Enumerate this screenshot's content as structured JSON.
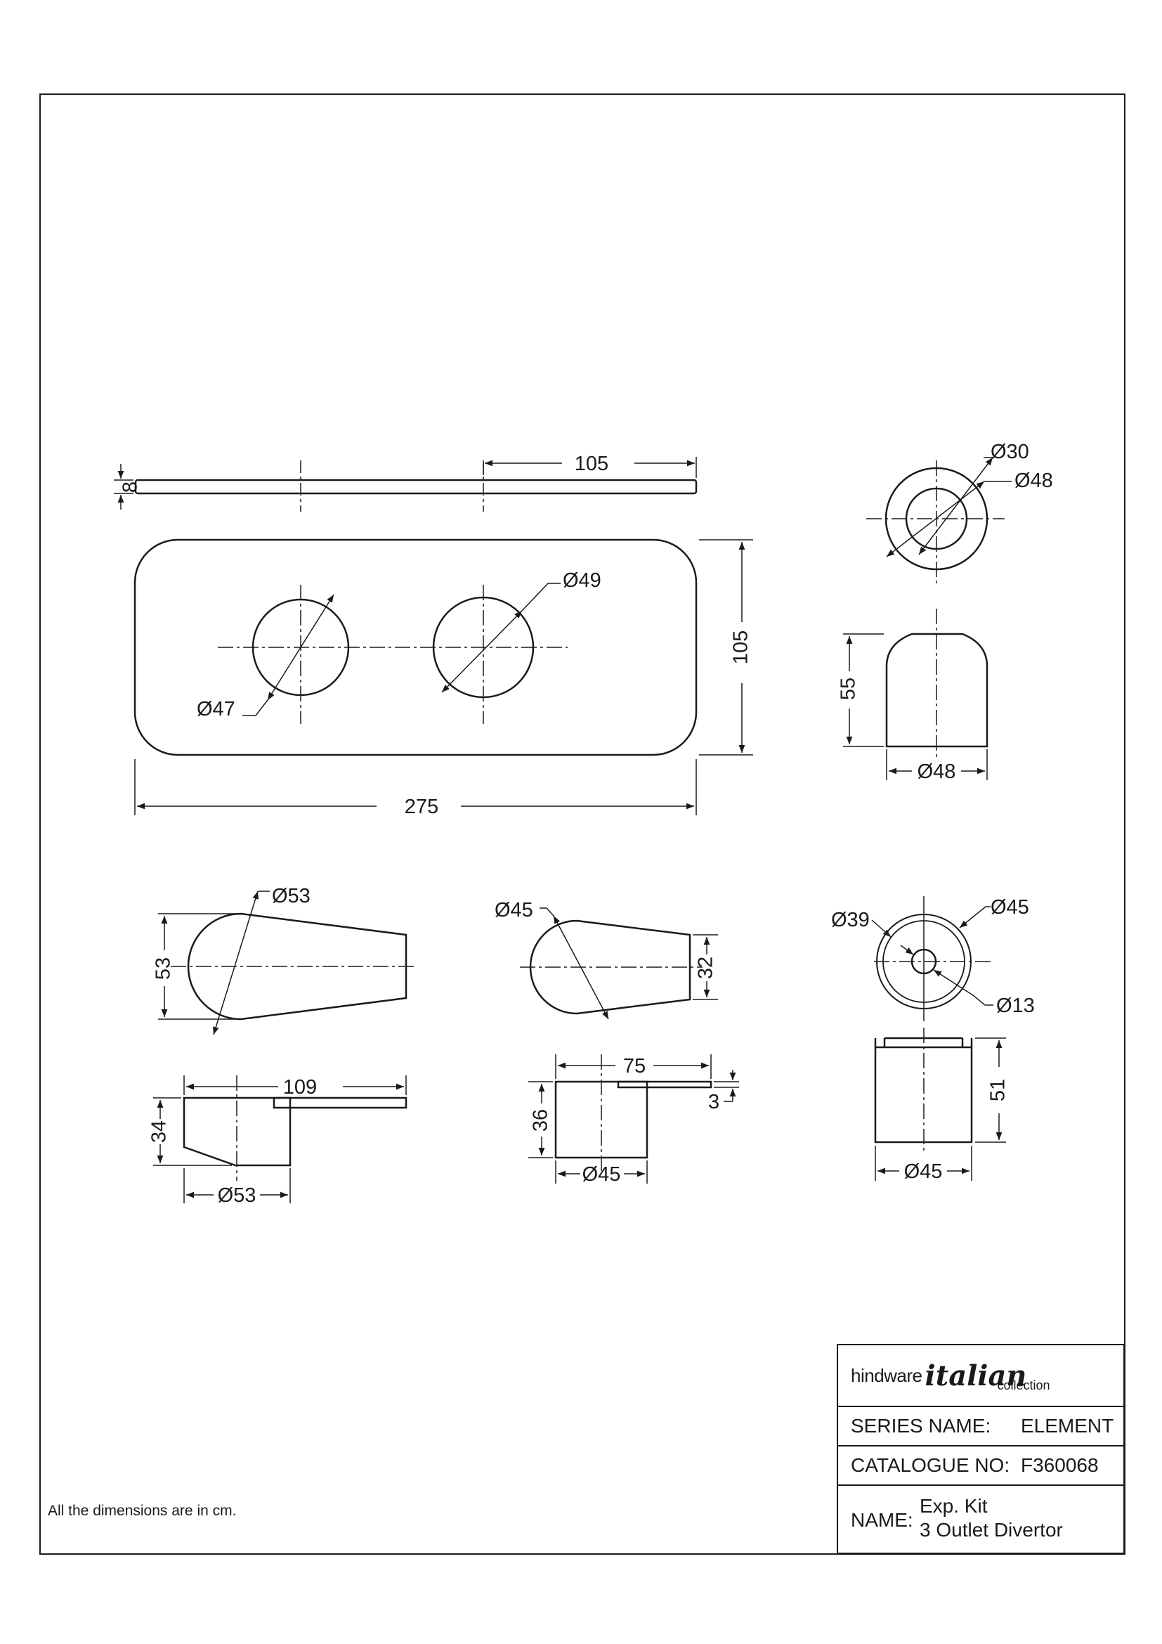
{
  "plate_top": {
    "thickness": "8",
    "hole_spacing": "105"
  },
  "plate_front": {
    "hole_left": "Ø47",
    "hole_right": "Ø49",
    "height": "105",
    "width": "275"
  },
  "button_top": {
    "inner": "Ø30",
    "outer": "Ø48"
  },
  "button_side": {
    "height": "55",
    "diameter": "Ø48"
  },
  "lever_large_top": {
    "diameter": "Ø53",
    "height": "53"
  },
  "lever_large_side": {
    "length": "109",
    "height": "34",
    "diameter": "Ø53"
  },
  "lever_small_top": {
    "diameter": "Ø45",
    "tip": "32"
  },
  "lever_small_side": {
    "length": "75",
    "height": "36",
    "plate": "3",
    "diameter": "Ø45"
  },
  "knob_top": {
    "d1": "Ø39",
    "d2": "Ø45",
    "d3": "Ø13"
  },
  "knob_side": {
    "height": "51",
    "diameter": "Ø45"
  },
  "note": "All the dimensions are in cm.",
  "title_block": {
    "logo_brand": "hindware",
    "logo_script": "italian",
    "logo_sub": "collection",
    "series_label": "SERIES NAME:",
    "series_value": "ELEMENT",
    "catalogue_label": "CATALOGUE NO:",
    "catalogue_value": "F360068",
    "name_label": "NAME:",
    "name_line1": "Exp. Kit",
    "name_line2": "3 Outlet Divertor"
  }
}
